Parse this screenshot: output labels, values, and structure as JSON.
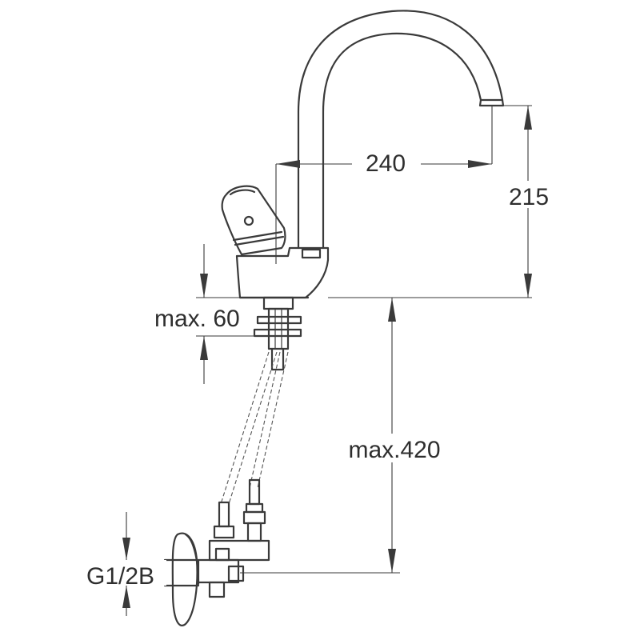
{
  "dimensions": {
    "spout_reach": "240",
    "spout_height": "215",
    "max_deck_thickness": "max. 60",
    "max_hose_drop": "max.420",
    "connection_thread": "G1/2B"
  },
  "colors": {
    "line": "#3a3a3a",
    "background": "#ffffff"
  }
}
